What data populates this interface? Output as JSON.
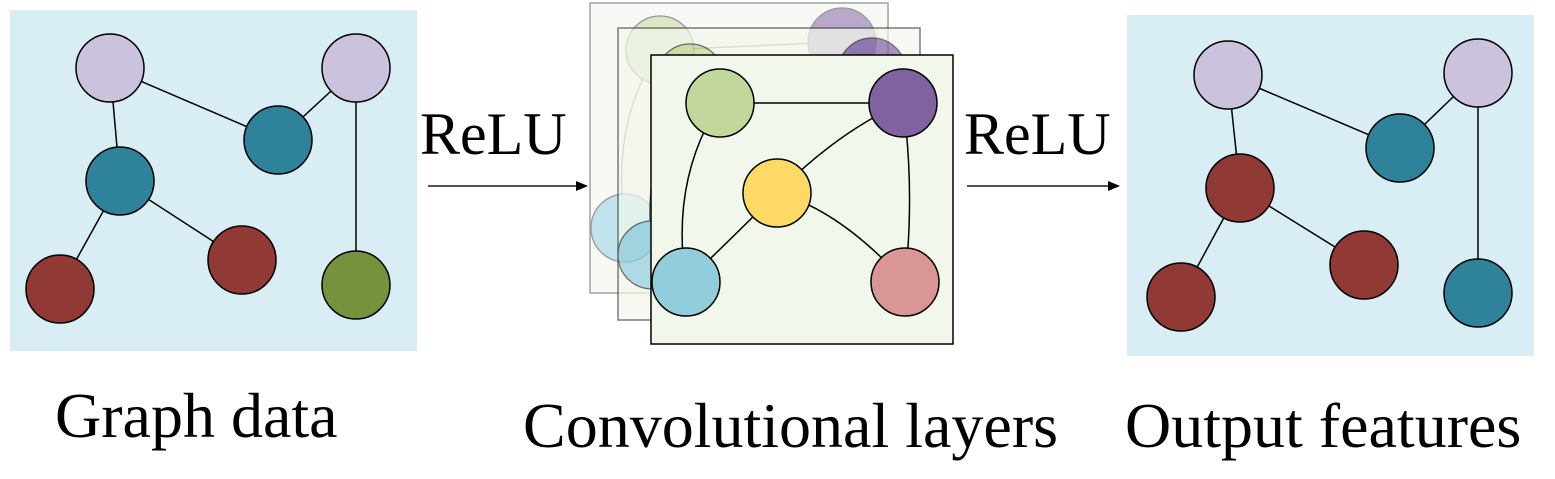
{
  "captions": {
    "input": "Graph data",
    "conv": "Convolutional layers",
    "output": "Output features"
  },
  "arrows": {
    "first_label": "ReLU",
    "second_label": "ReLU"
  },
  "colors": {
    "panel_bg": "#d9eef4",
    "layer_bg": "#f2f7ec",
    "lavender": "#cbc3dd",
    "teal": "#2e8299",
    "maroon": "#913934",
    "olive": "#76923c",
    "sage": "#c3d69b",
    "purple": "#7f62a0",
    "yellow": "#ffd966",
    "light_blue": "#92cddc",
    "salmon": "#d99694"
  }
}
